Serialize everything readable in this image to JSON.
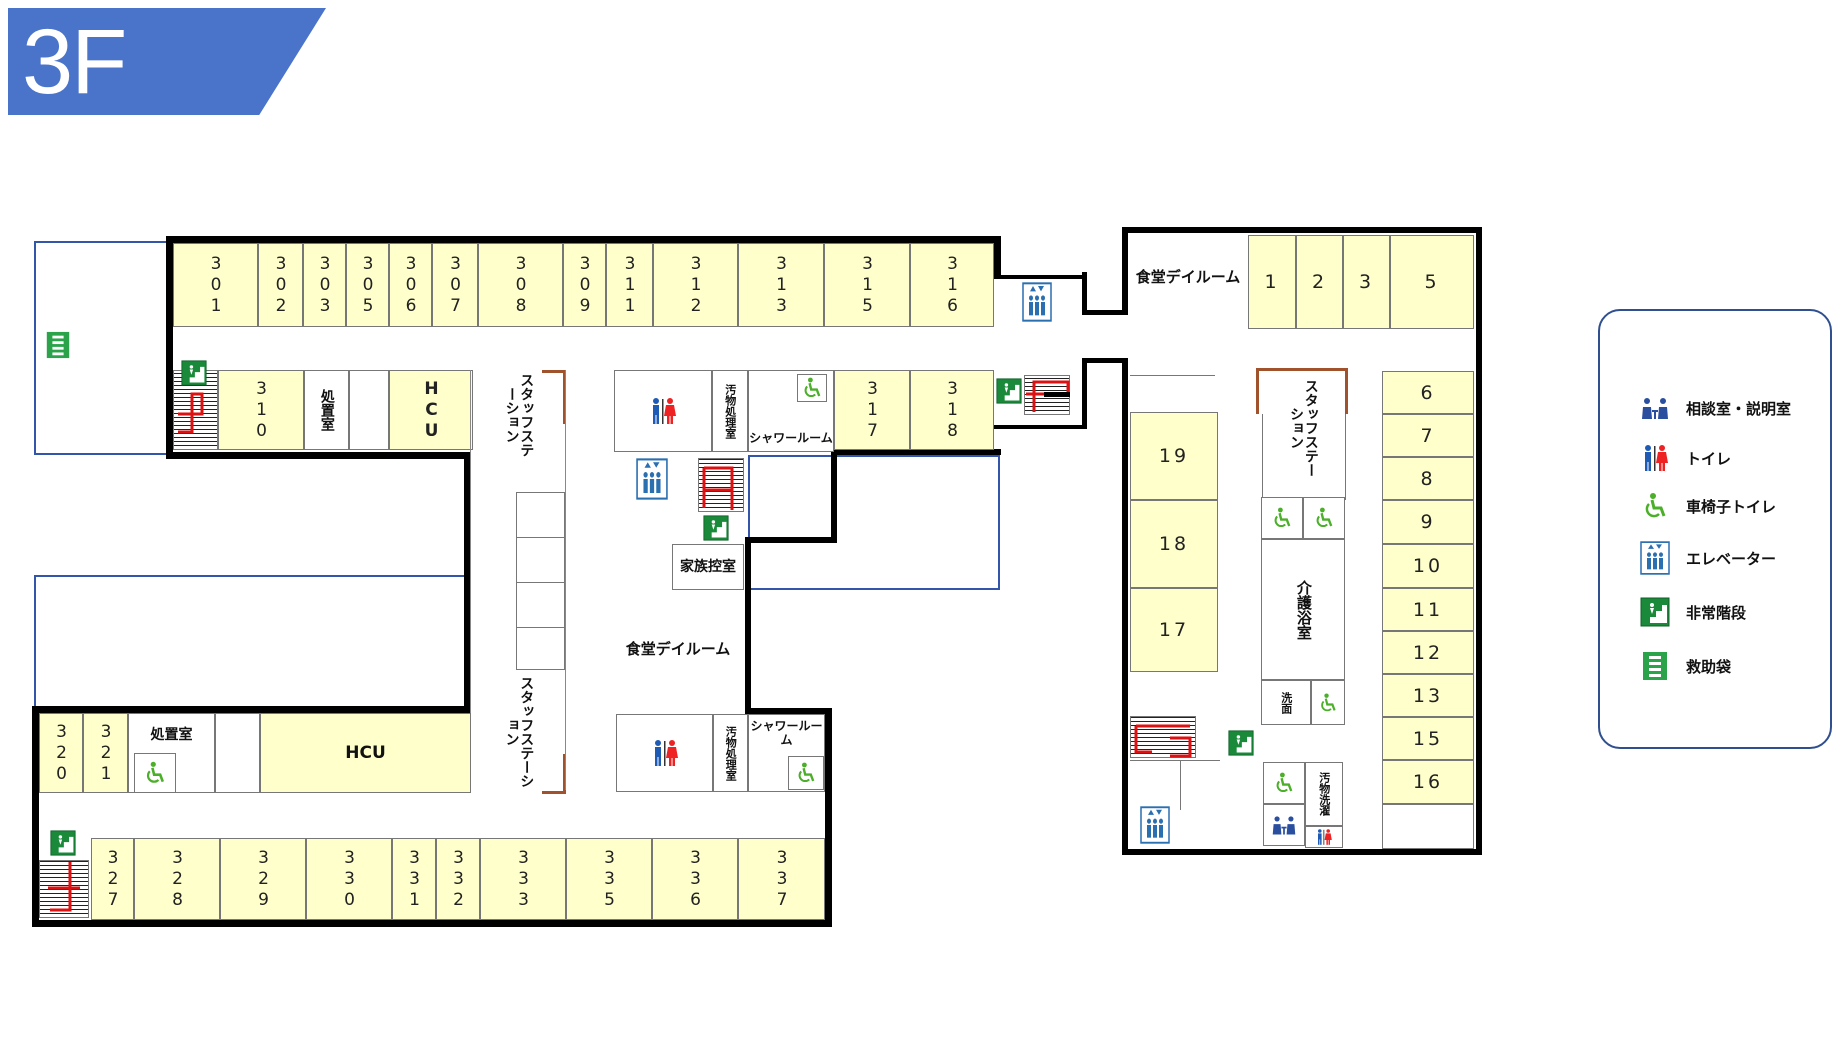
{
  "floor_label": "3F",
  "rooms_top_row": [
    "301",
    "302",
    "303",
    "305",
    "306",
    "307",
    "308",
    "309",
    "311",
    "312",
    "313",
    "315",
    "316"
  ],
  "rooms_mid_left": {
    "r310": "310",
    "treatment": "処置室",
    "hcu": "HCU"
  },
  "rooms_317_318": [
    "317",
    "318"
  ],
  "rooms_320_321": [
    "320",
    "321"
  ],
  "treatment_lower": "処置室",
  "hcu_lower": "HCU",
  "rooms_bottom_row": [
    "327",
    "328",
    "329",
    "330",
    "331",
    "332",
    "333",
    "335",
    "336",
    "337"
  ],
  "staff_station": "スタッフステーション",
  "dirty_room": "汚物処理室",
  "shower_room": "シャワールーム",
  "family_waiting": "家族控室",
  "dining_center": "食堂デイルーム",
  "dining_right": "食堂デイルーム",
  "right_top_rooms": [
    "1",
    "2",
    "3",
    "5"
  ],
  "right_col_rooms": [
    "6",
    "7",
    "8",
    "9",
    "10",
    "11",
    "12",
    "13",
    "15",
    "16"
  ],
  "right_left_rooms": [
    "19",
    "18",
    "17"
  ],
  "care_bath": "介護浴室",
  "washroom": "洗面",
  "dirty_wash": "汚物洗濯",
  "legend": {
    "items": [
      {
        "icon": "consultation-icon",
        "label": "相談室・説明室"
      },
      {
        "icon": "toilet-icon",
        "label": "トイレ"
      },
      {
        "icon": "wheelchair-toilet-icon",
        "label": "車椅子トイレ"
      },
      {
        "icon": "elevator-icon",
        "label": "エレベーター"
      },
      {
        "icon": "emergency-stairs-icon",
        "label": "非常階段"
      },
      {
        "icon": "rescue-bag-icon",
        "label": "救助袋"
      }
    ]
  },
  "colors": {
    "room_fill": "#ffffcc",
    "banner": "#4a74c9",
    "wall": "#000000",
    "accent_blue": "#3355aa",
    "stairs_red": "#dd1111",
    "wheelchair_green": "#4caf2a"
  }
}
